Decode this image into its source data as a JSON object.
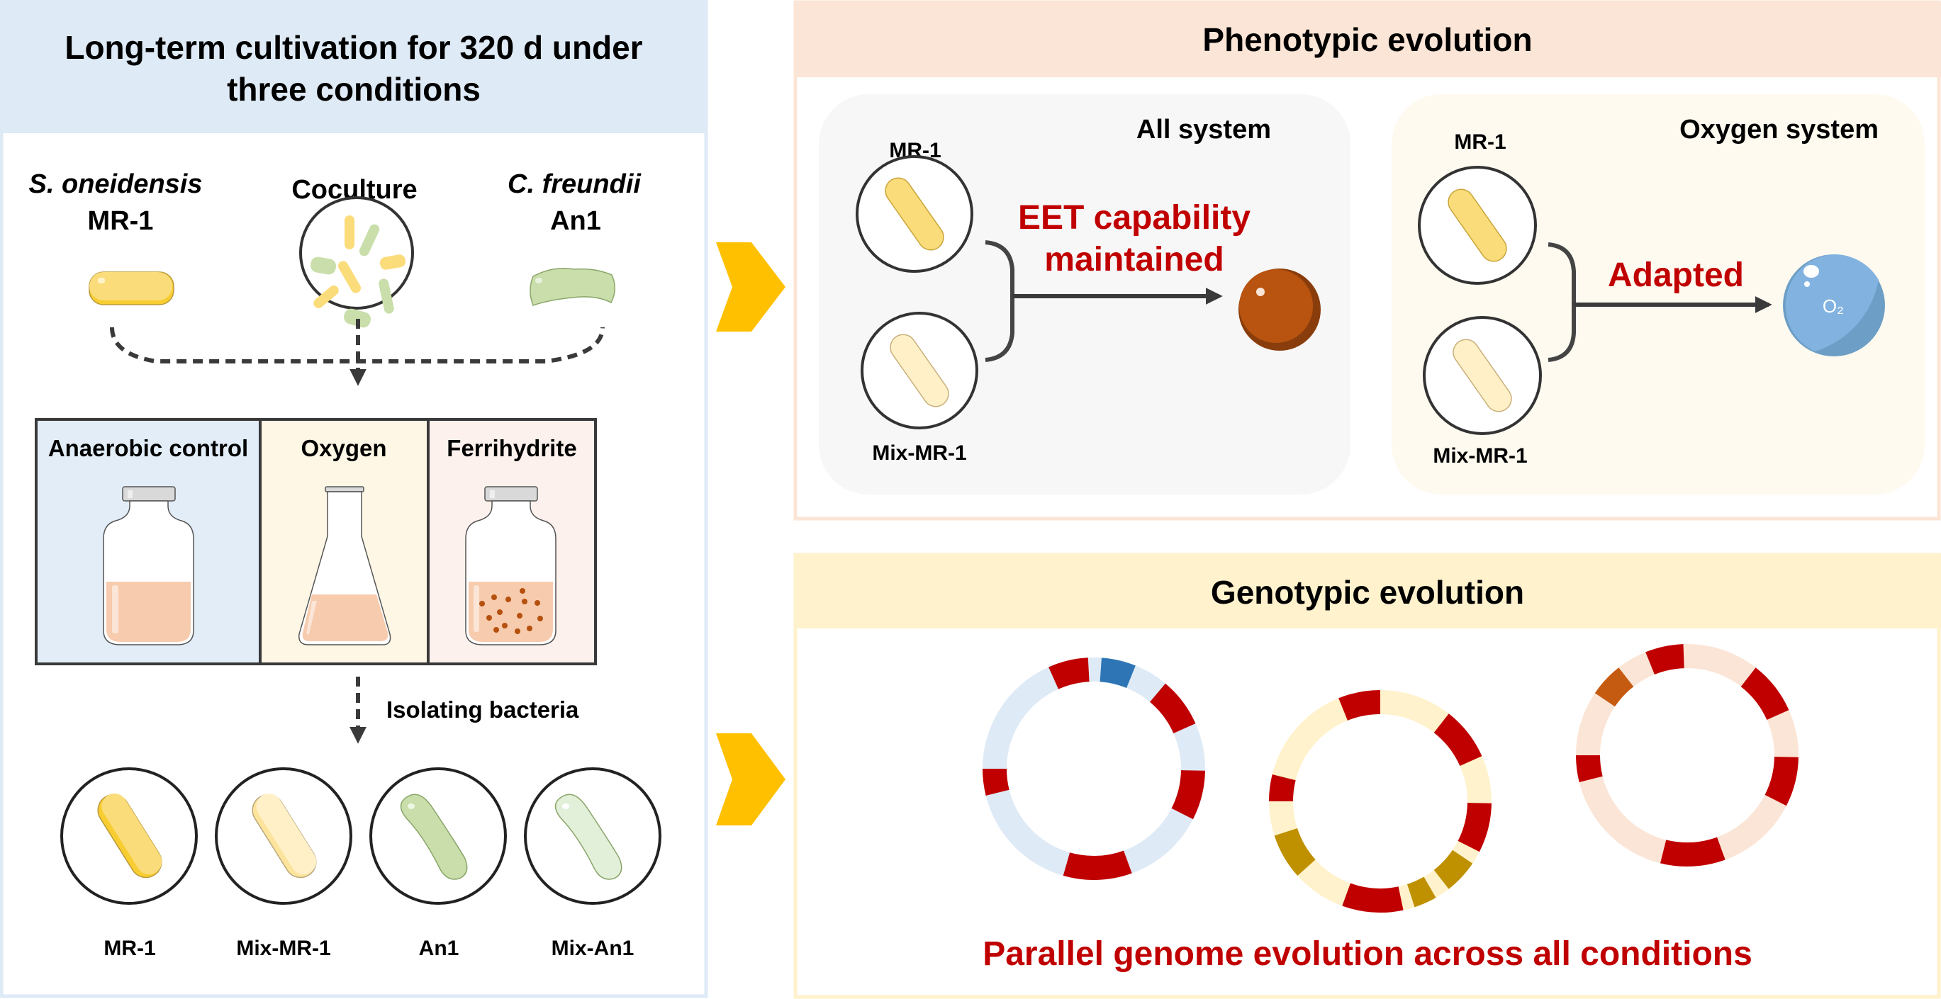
{
  "colors": {
    "accent_red": "#c00000",
    "arrow_yellow": "#ffc000",
    "left_header_bg": "#deeaf6",
    "pheno_header_bg": "#fbe5d6",
    "geno_header_bg": "#fff2cc",
    "mr1_yellow": "#fbdc7a",
    "mix_mr1_yellow": "#fff0c8",
    "an1_green": "#c9deaa",
    "mix_an1_green": "#e2efd9",
    "iron_brown": "#b85410",
    "oxygen_blue": "#82b3e0"
  },
  "left_panel": {
    "title_line1": "Long-term cultivation for 320 d under",
    "title_line2": "three conditions",
    "strains": {
      "s_oneidensis": {
        "species": "S. oneidensis",
        "strain": "MR-1"
      },
      "coculture": {
        "label": "Coculture"
      },
      "c_freundii": {
        "species": "C. freundii",
        "strain": "An1"
      }
    },
    "conditions": [
      {
        "label": "Anaerobic control",
        "bg": "#e2edf8",
        "vessel": "serum-bottle"
      },
      {
        "label": "Oxygen",
        "bg": "#fff7e5",
        "vessel": "erlenmeyer-flask"
      },
      {
        "label": "Ferrihydrite",
        "bg": "#fcf1ec",
        "vessel": "serum-bottle-with-particles"
      }
    ],
    "isolating_label": "Isolating bacteria",
    "isolates": [
      {
        "label": "MR-1",
        "cell": "rod-yellow"
      },
      {
        "label": "Mix-MR-1",
        "cell": "rod-pale-yellow"
      },
      {
        "label": "An1",
        "cell": "curved-rod-green"
      },
      {
        "label": "Mix-An1",
        "cell": "curved-rod-pale-green"
      }
    ]
  },
  "phenotypic": {
    "title": "Phenotypic evolution",
    "all_system": {
      "title": "All system",
      "top_label": "MR-1",
      "bottom_label": "Mix-MR-1",
      "result_line1": "EET capability",
      "result_line2": "maintained",
      "target_icon": "iron-particle"
    },
    "oxygen_system": {
      "title": "Oxygen system",
      "top_label": "MR-1",
      "bottom_label": "Mix-MR-1",
      "result": "Adapted",
      "target_icon": "oxygen-bubble",
      "target_label": "O₂"
    }
  },
  "genotypic": {
    "title": "Genotypic evolution",
    "caption": "Parallel genome evolution across all conditions",
    "genomes": [
      {
        "condition": "Anaerobic control",
        "base_color": "#deeaf6",
        "mutations": [
          {
            "start": -24,
            "end": -3,
            "color": "#c00000"
          },
          {
            "start": 4,
            "end": 22,
            "color": "#2e75b6"
          },
          {
            "start": 40,
            "end": 66,
            "color": "#c00000"
          },
          {
            "start": 91,
            "end": 117,
            "color": "#c00000"
          },
          {
            "start": 160,
            "end": 196,
            "color": "#c00000"
          },
          {
            "start": 256,
            "end": 270,
            "color": "#c00000"
          }
        ]
      },
      {
        "condition": "Oxygen",
        "base_color": "#fff2cc",
        "mutations": [
          {
            "start": -22,
            "end": 0,
            "color": "#c00000"
          },
          {
            "start": 38,
            "end": 66,
            "color": "#c00000"
          },
          {
            "start": 91,
            "end": 117,
            "color": "#c00000"
          },
          {
            "start": 124,
            "end": 142,
            "color": "#bf9000"
          },
          {
            "start": 150,
            "end": 162,
            "color": "#bf9000"
          },
          {
            "start": 168,
            "end": 200,
            "color": "#c00000"
          },
          {
            "start": 228,
            "end": 252,
            "color": "#bf9000"
          },
          {
            "start": 270,
            "end": 284,
            "color": "#c00000"
          }
        ]
      },
      {
        "condition": "Ferrihydrite",
        "base_color": "#fbe5d6",
        "mutations": [
          {
            "start": -22,
            "end": -2,
            "color": "#c00000"
          },
          {
            "start": -56,
            "end": -38,
            "color": "#c55a11"
          },
          {
            "start": 38,
            "end": 66,
            "color": "#c00000"
          },
          {
            "start": 91,
            "end": 117,
            "color": "#c00000"
          },
          {
            "start": 160,
            "end": 194,
            "color": "#c00000"
          },
          {
            "start": 256,
            "end": 270,
            "color": "#c00000"
          }
        ]
      }
    ]
  }
}
